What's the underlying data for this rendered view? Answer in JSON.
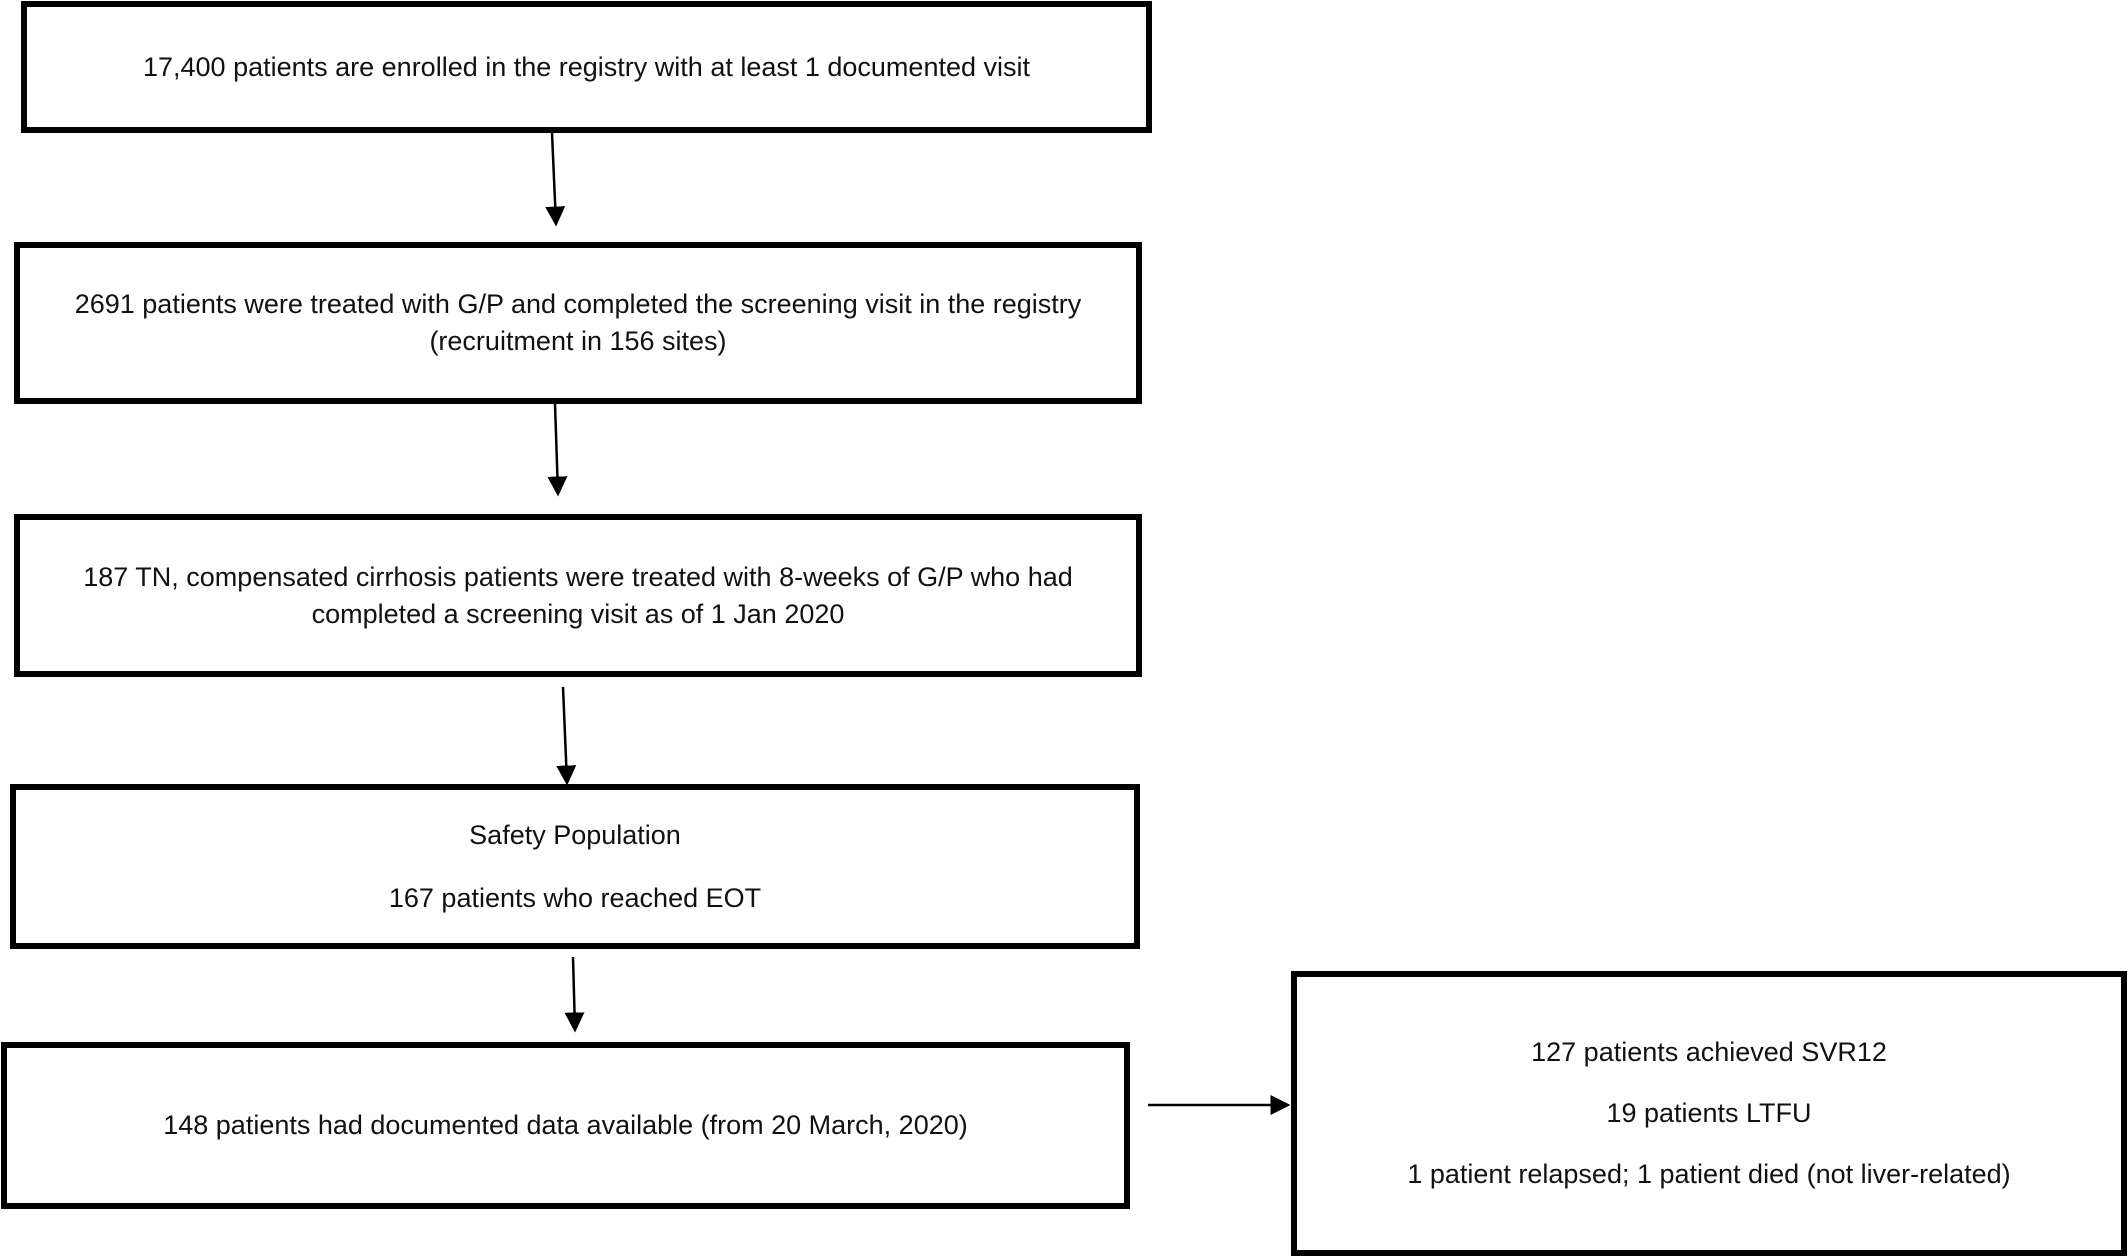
{
  "flowchart": {
    "enrolled": {
      "text": "17,400 patients are enrolled in the registry with at least 1 documented visit"
    },
    "treated": {
      "line1": "2691 patients were treated with G/P and completed the screening visit in the registry",
      "line2": "(recruitment in 156 sites)"
    },
    "cirrhosis": {
      "line1": "187 TN, compensated cirrhosis patients were treated with 8-weeks of G/P who had",
      "line2": "completed a screening visit as of 1 Jan 2020"
    },
    "safety": {
      "title": "Safety Population",
      "text": "167 patients who reached EOT"
    },
    "documented": {
      "text": "148 patients had documented data available (from 20 March, 2020)"
    },
    "outcomes": {
      "svr12": "127 patients achieved SVR12",
      "ltfu": "19 patients LTFU",
      "other": "1 patient relapsed; 1 patient died (not liver-related)"
    }
  }
}
